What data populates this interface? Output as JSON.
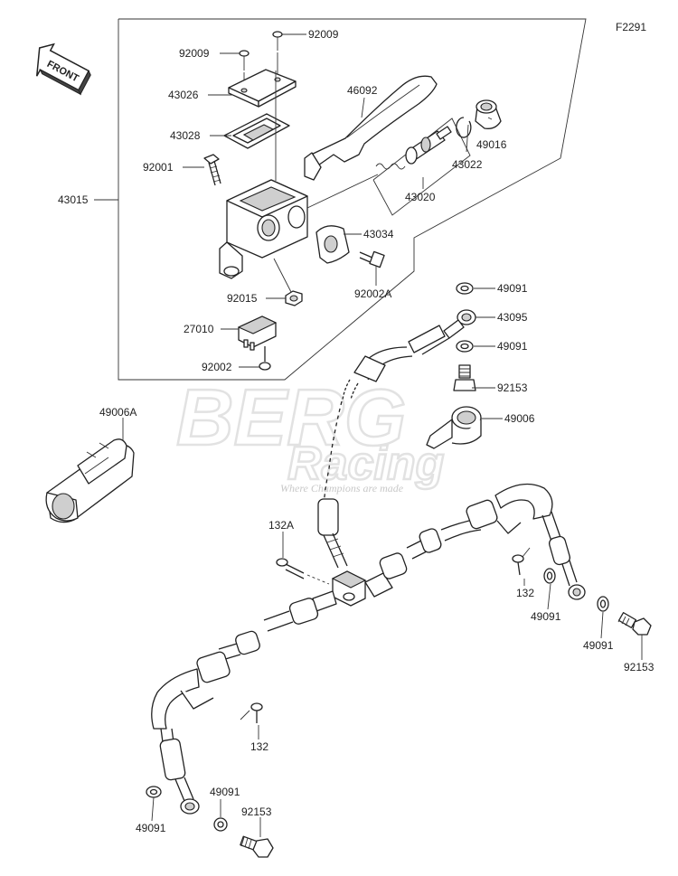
{
  "figure_code": "F2291",
  "front_label": "FRONT",
  "watermark": {
    "brand": "BERG",
    "sub": "Racing",
    "tagline": "Where Champions are made"
  },
  "parts": {
    "p92009a": "92009",
    "p92009b": "92009",
    "p43026": "43026",
    "p43028": "43028",
    "p92001": "92001",
    "p43015": "43015",
    "p46092": "46092",
    "p49016": "49016",
    "p43022": "43022",
    "p43020": "43020",
    "p43034": "43034",
    "p92002A": "92002A",
    "p92015": "92015",
    "p27010": "27010",
    "p92002": "92002",
    "p49091a": "49091",
    "p43095": "43095",
    "p49091b": "49091",
    "p92153a": "92153",
    "p49006": "49006",
    "p49006A": "49006A",
    "p132A": "132A",
    "p132a": "132",
    "p49091c": "49091",
    "p49091d": "49091",
    "p92153b": "92153",
    "p132b": "132",
    "p49091e": "49091",
    "p49091f": "49091",
    "p92153c": "92153"
  }
}
